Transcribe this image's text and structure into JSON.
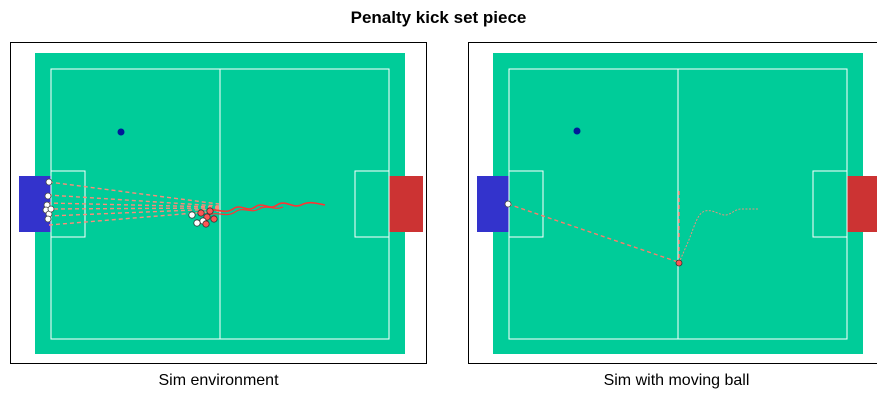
{
  "title": "Penalty kick set piece",
  "panels": [
    {
      "caption": "Sim environment"
    },
    {
      "caption": "Sim with moving ball"
    }
  ],
  "colors": {
    "pitch": "#00CC99",
    "lines": "#ffffff",
    "left_goal": "#3333CC",
    "right_goal": "#CC3333",
    "defender": "#001a99",
    "ball_trail": "#ff3333",
    "kick_path": "#ff7a6b"
  }
}
